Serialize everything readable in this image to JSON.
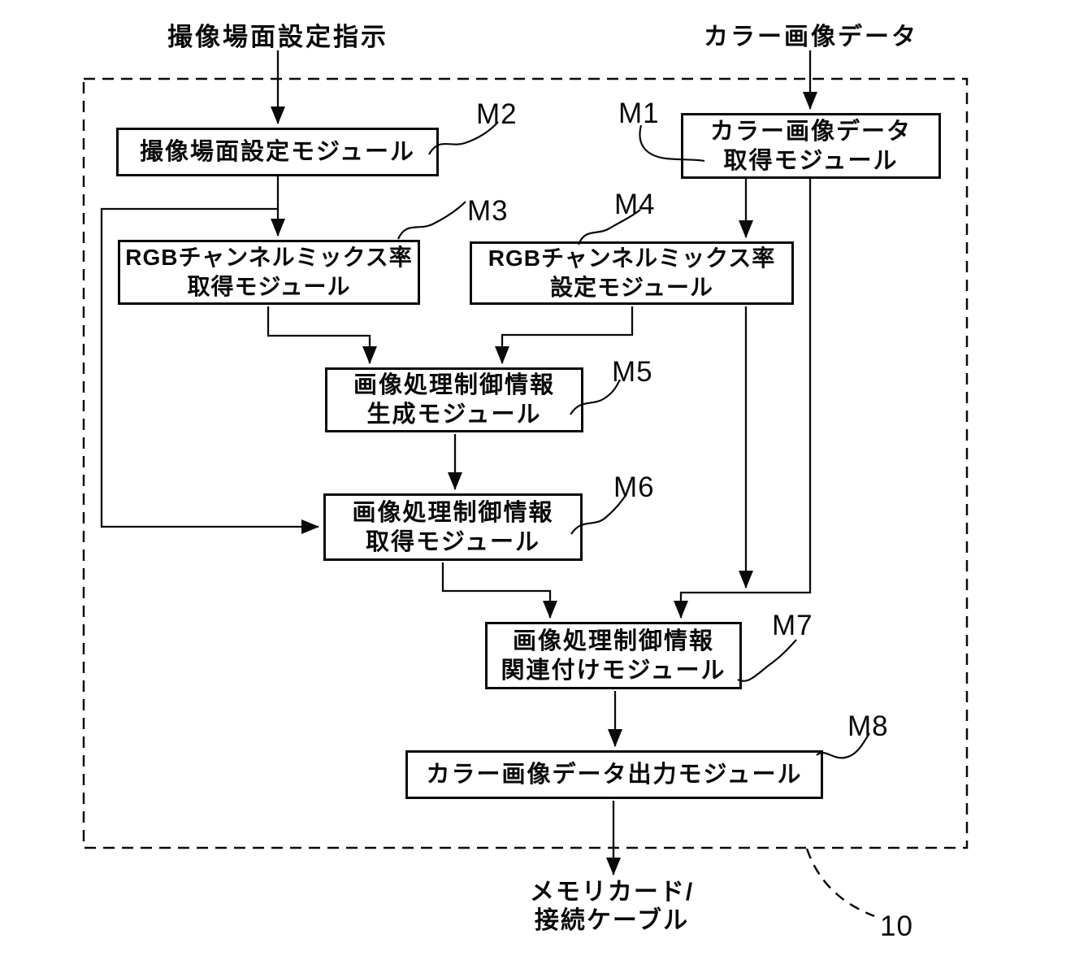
{
  "figure": {
    "inputs": {
      "scene_setting_instruction": "撮像場面設定指示",
      "color_image_data": "カラー画像データ"
    },
    "modules": {
      "m1": {
        "ref": "M1",
        "line1": "カラー画像データ",
        "line2": "取得モジュール"
      },
      "m2": {
        "ref": "M2",
        "line1": "撮像場面設定モジュール"
      },
      "m3": {
        "ref": "M3",
        "line1": "RGBチャンネルミックス率",
        "line2": "取得モジュール"
      },
      "m4": {
        "ref": "M4",
        "line1": "RGBチャンネルミックス率",
        "line2": "設定モジュール"
      },
      "m5": {
        "ref": "M5",
        "line1": "画像処理制御情報",
        "line2": "生成モジュール"
      },
      "m6": {
        "ref": "M6",
        "line1": "画像処理制御情報",
        "line2": "取得モジュール"
      },
      "m7": {
        "ref": "M7",
        "line1": "画像処理制御情報",
        "line2": "関連付けモジュール"
      },
      "m8": {
        "ref": "M8",
        "line1": "カラー画像データ出力モジュール"
      }
    },
    "output": {
      "line1": "メモリカード/",
      "line2": "接続ケーブル"
    },
    "device_ref": "10"
  }
}
